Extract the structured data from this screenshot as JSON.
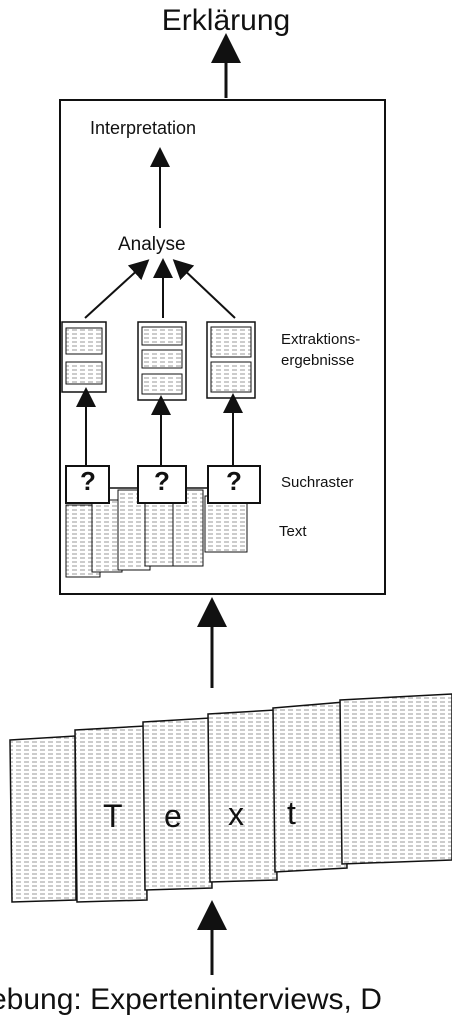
{
  "title_top": "Erklärung",
  "box": {
    "interpretation": "Interpretation",
    "analyse": "Analyse",
    "extraktion_line1": "Extraktions-",
    "extraktion_line2": "ergebnisse",
    "suchraster": "Suchraster",
    "suchraster_mark": "?",
    "text": "Text"
  },
  "stack_letters": [
    "T",
    "e",
    "x",
    "t"
  ],
  "bottom_label": "ebung: Experteninterviews, D",
  "colors": {
    "ink": "#111111",
    "paper": "#ffffff",
    "texture": "#9a9a9a"
  }
}
